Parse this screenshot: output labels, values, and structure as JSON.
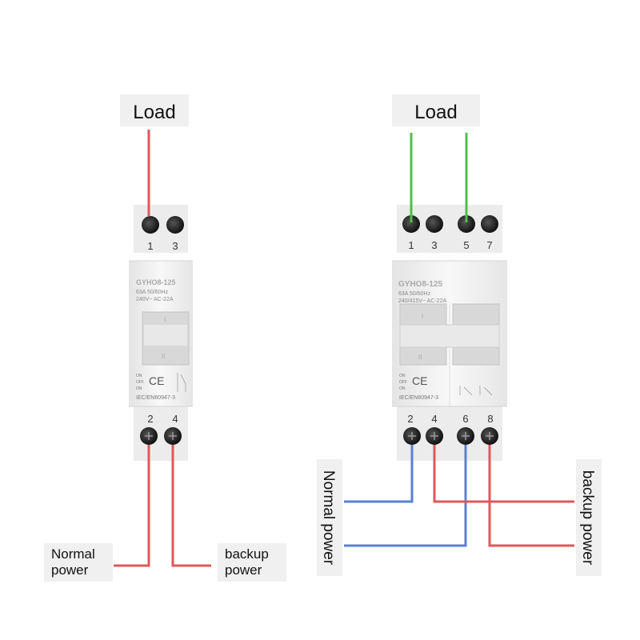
{
  "left_diagram": {
    "load_label": "Load",
    "device": {
      "model": "GYHO8-125",
      "rating": "63A  50/60Hz",
      "voltage": "240V~   AC-22A",
      "ce_mark": "CE",
      "standard": "IEC/EN60947-3",
      "switch_positions": [
        "ON",
        "OFF",
        "ON"
      ],
      "top_terminals": [
        "1",
        "3"
      ],
      "bottom_terminals": [
        "2",
        "4"
      ],
      "handle_marks": [
        "I",
        "II"
      ]
    },
    "normal_power_lines": [
      "Normal",
      "power"
    ],
    "backup_power_lines": [
      "backup",
      "power"
    ]
  },
  "right_diagram": {
    "load_label": "Load",
    "device": {
      "model": "GYHO8-125",
      "rating": "63A  50/60Hz",
      "voltage": "240/415V~  AC-22A",
      "ce_mark": "CE",
      "standard": "IEC/EN60947-3",
      "switch_positions": [
        "ON",
        "OFF",
        "ON"
      ],
      "top_terminals": [
        "1",
        "3",
        "5",
        "7"
      ],
      "bottom_terminals": [
        "2",
        "4",
        "6",
        "8"
      ],
      "handle_marks": [
        "I",
        "II"
      ]
    },
    "normal_power_label": "Normal power",
    "backup_power_label": "backup power"
  },
  "colors": {
    "wire_red": "#e0575b",
    "wire_blue": "#5b7fd4",
    "wire_green": "#4cc04a",
    "label_bg": "#f0f0f0",
    "device_body": "#f2f2f2",
    "terminal_dark": "#222222"
  }
}
